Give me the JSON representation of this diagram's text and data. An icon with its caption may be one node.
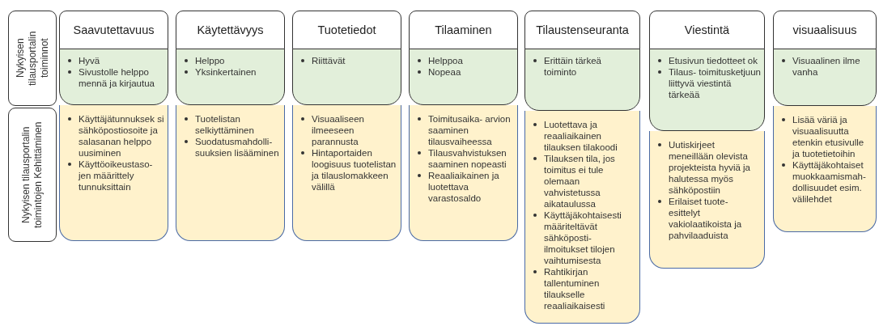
{
  "diagram": {
    "nodes": [
      {
        "text": [
          "Nykyisen tilausportalin toiminnot"
        ]
      },
      {
        "text": [
          "Nykyisen tilausportalin toimintojen Kehittäminen"
        ]
      },
      {
        "text": [
          "Saavutettavuus"
        ]
      },
      {
        "text": [
          "Hyvä",
          "Sivustolle helppo mennä ja kirjautua"
        ]
      },
      {
        "text": [
          "Käyttäjätunnuksek si sähköpostiosoite ja salasanan helppo uusiminen",
          "Käyttöoikeustaso- jen määrittely tunnuksittain"
        ]
      },
      {
        "text": [
          "Käytettävyys"
        ]
      },
      {
        "text": [
          "Helppo",
          "Yksinkertainen"
        ]
      },
      {
        "text": [
          "Tuotelistan selkiyttäminen",
          "Suodatusmahdolli- suuksien lisääminen"
        ]
      },
      {
        "text": [
          "Tuotetiedot"
        ]
      },
      {
        "text": [
          "Riittävät"
        ]
      },
      {
        "text": [
          "Visuaaliseen ilmeeseen parannusta",
          "Hintaportaiden loogisuus tuotelistan ja tilauslomakkeen välillä"
        ]
      },
      {
        "text": [
          "Tilaaminen"
        ]
      },
      {
        "text": [
          "Helppoa",
          "Nopeaa"
        ]
      },
      {
        "text": [
          "Toimitusaika- arvion saaminen tilausvaiheessa",
          "Tilausvahvistuksen saaminen nopeasti",
          "Reaaliaikainen ja luotettava varastosaldo"
        ]
      },
      {
        "text": [
          "Tilaustenseuranta"
        ]
      },
      {
        "text": [
          "Erittäin tärkeä toiminto"
        ]
      },
      {
        "text": [
          "Luotettava ja reaaliaikainen tilauksen tilakoodi",
          "Tilauksen tila, jos toimitus ei tule olemaan vahvistetussa aikataulussa",
          "Käyttäjäkohtaisesti määriteltävät sähköposti- ilmoitukset tilojen vaihtumisesta",
          "Rahtikirjan tallentuminen tilaukselle reaaliaikaisesti"
        ]
      },
      {
        "text": [
          "Viestintä"
        ]
      },
      {
        "text": [
          "Etusivun tiedotteet ok",
          "Tilaus- toimitusketjuun liittyvä viestintä tärkeää"
        ]
      },
      {
        "text": [
          "Uutiskirjeet meneillään olevista projekteista hyviä ja halutessa myös sähköpostiin",
          "Erilaiset tuote- esittelyt vakiolaatikoista ja pahvilaaduista"
        ]
      },
      {
        "text": [
          "visuaalisuus"
        ]
      },
      {
        "text": [
          "Visuaalinen ilme vanha"
        ]
      },
      {
        "text": [
          "Lisää väriä ja visuaalisuutta etenkin etusivulle ja tuotetietoihin",
          "Käyttäjäkohtaiset muokkaamismah- dollisuudet esim. välilehdet"
        ]
      }
    ]
  }
}
